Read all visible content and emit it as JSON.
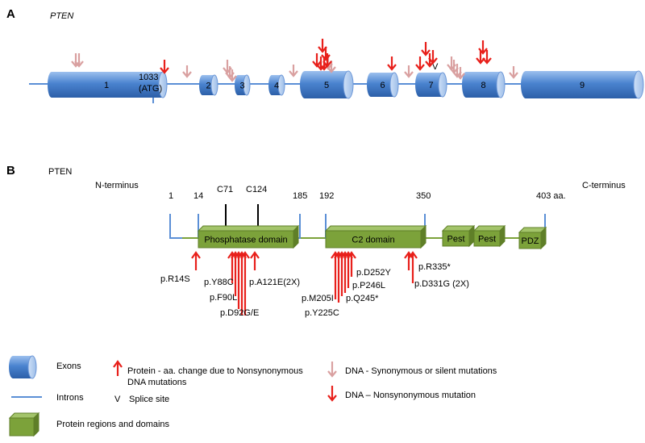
{
  "colors": {
    "exon": "#4a83cf",
    "intron": "#5b8fd6",
    "domain": "#7ca23a",
    "domain_dark": "#5f7f28",
    "nonsyn": "#e8201b",
    "syn": "#d9a0a0",
    "tick": "#000000"
  },
  "panel_a": {
    "letter": "A",
    "gene": "PTEN",
    "exons": [
      "1",
      "2",
      "3",
      "4",
      "5",
      "6",
      "7",
      "8",
      "9"
    ],
    "atg_label_line1": "1033",
    "atg_label_line2": "(ATG)",
    "splice_mark": "V"
  },
  "panel_b": {
    "letter": "B",
    "gene": "PTEN",
    "n_terminus": "N-terminus",
    "c_terminus": "C-terminus",
    "positions": [
      "1",
      "14",
      "185",
      "192",
      "350",
      "403 aa."
    ],
    "cys_sites": [
      "C71",
      "C124"
    ],
    "domains": [
      "Phosphatase domain",
      "C2 domain",
      "Pest",
      "Pest",
      "PDZ"
    ],
    "mutations": [
      "p.R14S",
      "p.Y88C",
      "p.F90L",
      "p.D92G/E",
      "p.A121E(2X)",
      "p.M205I",
      "p.Y225C",
      "p.Q245*",
      "p.P246L",
      "p.D252Y",
      "p.R335*",
      "p.D331G (2X)"
    ]
  },
  "legend": {
    "exons": "Exons",
    "introns": "Introns",
    "domains": "Protein regions and domains",
    "protein_change_line1": "Protein - aa. change due to Nonsynonymous",
    "protein_change_line2": "DNA mutations",
    "splice_site": "Splice site",
    "splice_symbol": "V",
    "synonymous": "DNA - Synonymous or silent mutations",
    "nonsynonymous": "DNA – Nonsynonymous mutation"
  }
}
